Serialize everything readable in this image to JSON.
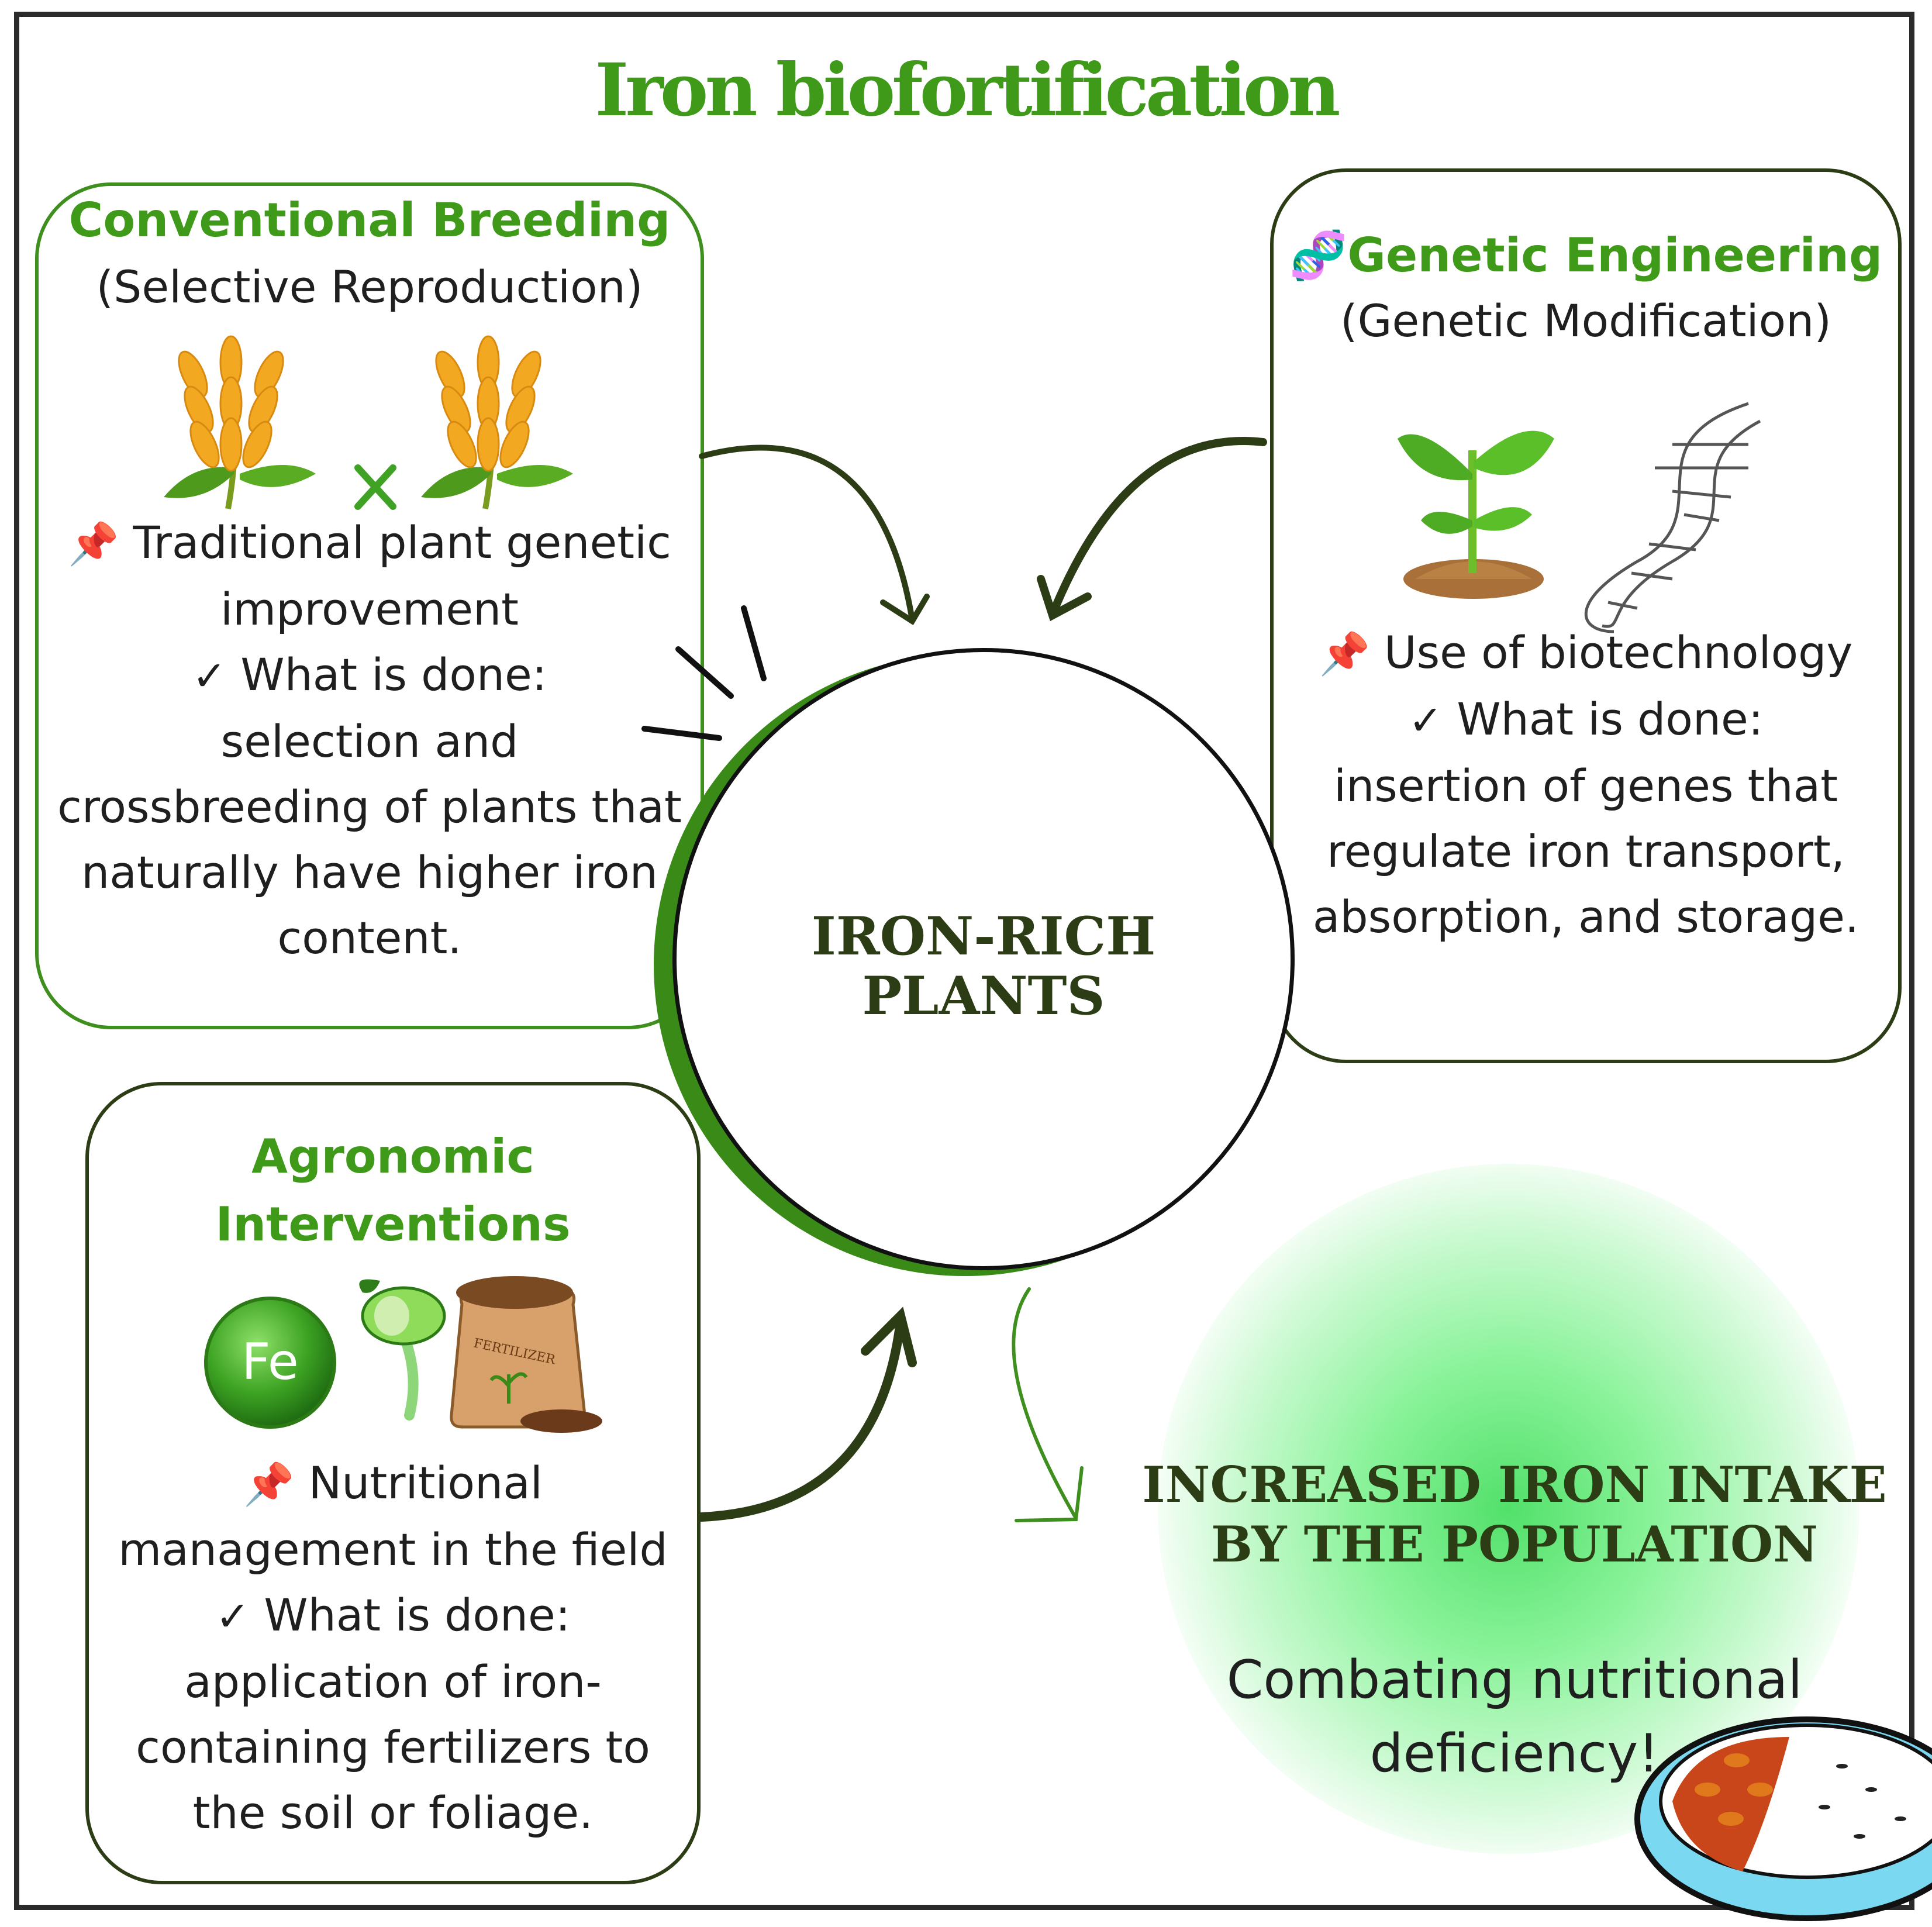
{
  "title": "Iron biofortification",
  "center": {
    "line1": "IRON-RICH",
    "line2": "PLANTS"
  },
  "conventional": {
    "heading": "Conventional Breeding",
    "subheading": "(Selective Reproduction)",
    "bullet_pin": "📌",
    "bullet_text_1": "Traditional plant genetic",
    "bullet_text_2": "improvement",
    "check": "✓",
    "what_label": "What is done:",
    "lines": [
      "selection and",
      "crossbreeding of plants that",
      "naturally have higher iron",
      "content."
    ]
  },
  "genetic": {
    "heading_icon": "🧬",
    "heading": "Genetic Engineering",
    "subheading": "(Genetic Modification)",
    "bullet_pin": "📌",
    "bullet_text": "Use of biotechnology",
    "check": "✓",
    "what_label": "What is done:",
    "lines": [
      "insertion of genes that",
      "regulate iron transport,",
      "absorption, and storage."
    ]
  },
  "agronomic": {
    "heading_1": "Agronomic",
    "heading_2": "Interventions",
    "fe_symbol": "Fe",
    "fertilizer_label": "FERTILIZER",
    "bullet_pin": "📌",
    "bullet_text_1": "Nutritional",
    "bullet_text_2": "management in the field",
    "check": "✓",
    "what_label": "What is done:",
    "lines": [
      "application of iron-",
      "containing fertilizers to",
      "the soil or foliage."
    ]
  },
  "result": {
    "line1": "INCREASED IRON INTAKE",
    "line2": "BY THE POPULATION",
    "sub1": "Combating nutritional",
    "sub2": "deficiency!"
  },
  "colors": {
    "green_title": "#3f9a1a",
    "dark_olive": "#2c3d16",
    "glow": "#52e06a"
  },
  "icons": [
    "wheat-icon",
    "cross-icon",
    "seedling-icon",
    "dna-icon",
    "fe-ball-icon",
    "sprouting-bean-icon",
    "fertilizer-bag-icon",
    "rice-and-beans-bowl-icon",
    "pin-icon",
    "check-icon"
  ]
}
